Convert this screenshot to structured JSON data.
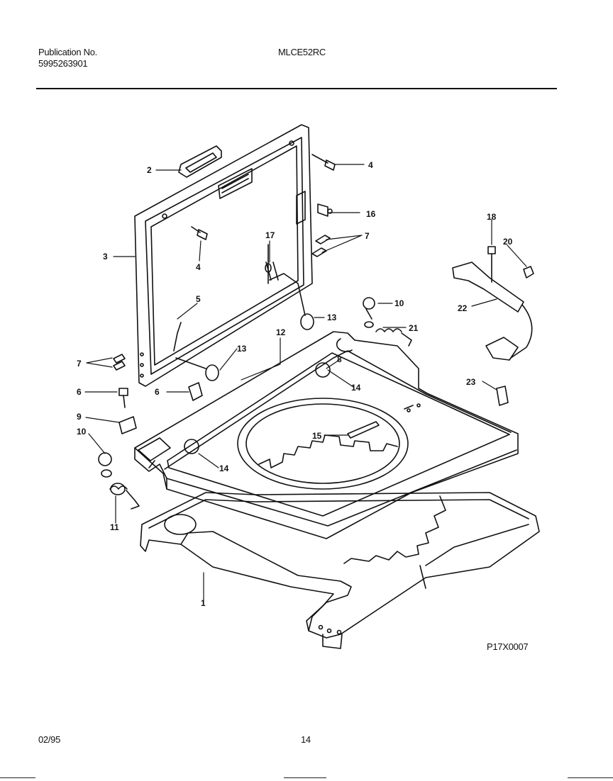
{
  "header": {
    "publication_label": "Publication No.",
    "publication_number": "5995263901",
    "model": "MLCE52RC"
  },
  "diagram": {
    "figure_code": "P17X0007",
    "callouts": [
      "1",
      "2",
      "3",
      "4",
      "4",
      "5",
      "6",
      "6",
      "7",
      "7",
      "8",
      "9",
      "10",
      "10",
      "11",
      "12",
      "13",
      "13",
      "14",
      "14",
      "15",
      "16",
      "17",
      "18",
      "20",
      "21",
      "22",
      "23"
    ]
  },
  "footer": {
    "date": "02/95",
    "page": "14"
  }
}
